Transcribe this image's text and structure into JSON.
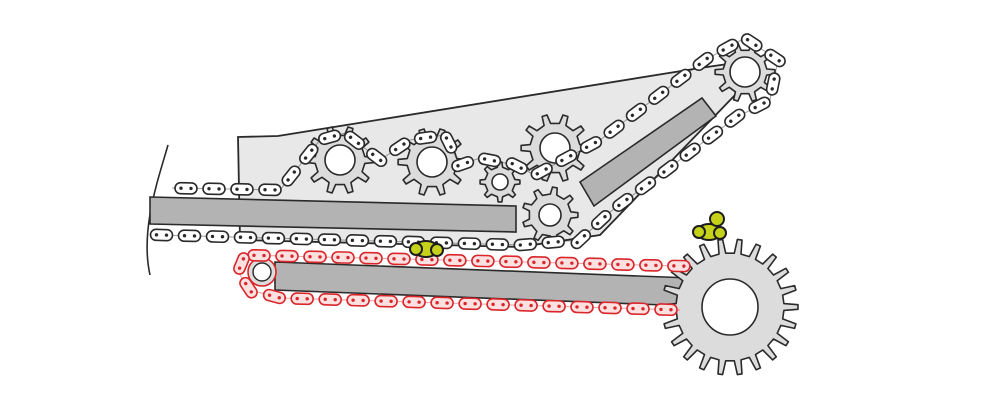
{
  "colors": {
    "background": "#ffffff",
    "frame_fill": "#e8e8e8",
    "frame_stroke": "#2a2a2a",
    "rail_fill": "#b3b3b3",
    "sprocket_fill": "#dcdcdc",
    "upper_chain_stroke": "#2a2a2a",
    "upper_chain_fill": "#ffffff",
    "highlight_chain_stroke": "#d9262b",
    "highlight_chain_fill": "#fde0e0",
    "attachment_fill": "#c6d21a",
    "attachment_stroke": "#1c1c1c"
  },
  "components": {
    "upper_chain": "roller-chain",
    "lower_chain": "roller-chain-highlighted",
    "sprockets": "sprocket",
    "attachments": "chain-attachment"
  }
}
